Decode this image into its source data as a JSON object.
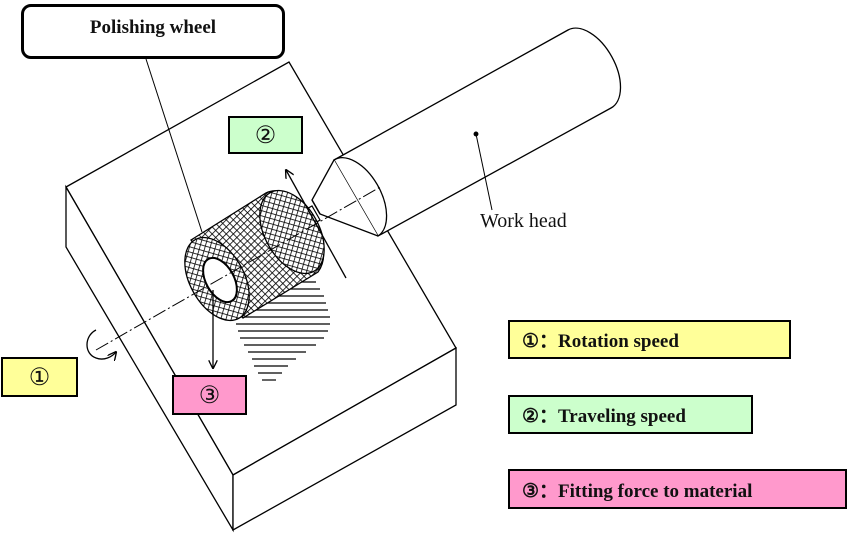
{
  "callout": {
    "label": "Polishing wheel"
  },
  "labels": {
    "work_head": "Work head",
    "marker_1": "①",
    "marker_2": "②",
    "marker_3": "③"
  },
  "legend": [
    {
      "text": "①：Rotation speed",
      "color": "#ffff99"
    },
    {
      "text": "②：Traveling speed",
      "color": "#ccffcc"
    },
    {
      "text": "③：Fitting force to material",
      "color": "#ff99cc"
    }
  ],
  "colors": {
    "yellow": "#ffff99",
    "green": "#ccffcc",
    "pink": "#ff99cc",
    "line": "#000000"
  }
}
